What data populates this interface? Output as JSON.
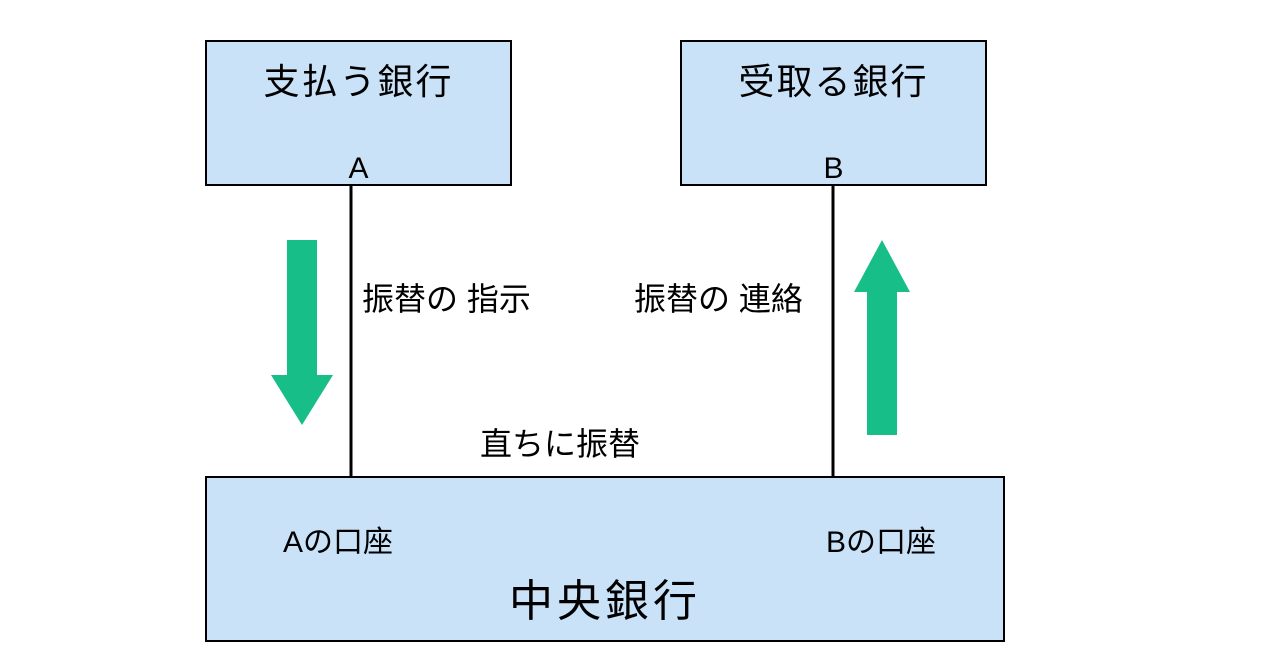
{
  "boxes": {
    "paying_bank": {
      "title": "支払う銀行",
      "subtitle": "A"
    },
    "receiving_bank": {
      "title": "受取る銀行",
      "subtitle": "B"
    },
    "central_bank": {
      "title": "中央銀行"
    }
  },
  "accounts": {
    "a": "Aの口座",
    "b": "Bの口座"
  },
  "labels": {
    "transfer_instruction": "振替の 指示",
    "transfer_notification": "振替の 連絡",
    "immediate_transfer": "直ちに振替"
  },
  "colors": {
    "box_fill": "#C9E2F8",
    "box_border": "#000000",
    "arrow_green": "#17BE88",
    "connector": "#000000"
  }
}
